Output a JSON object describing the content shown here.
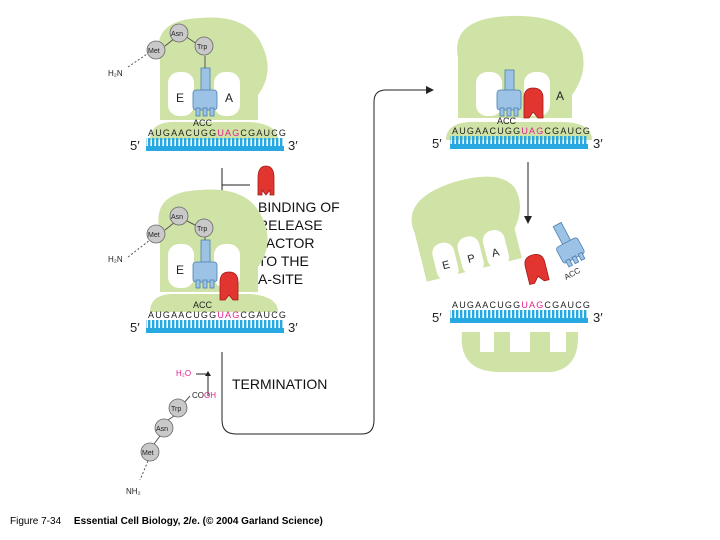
{
  "labels": {
    "five_prime": "5′",
    "three_prime": "3′",
    "mrna_before": "AUGAACUGG",
    "stop_codon": "UAG",
    "mrna_after": "CGAUCG",
    "anticodon": "ACC",
    "site_e": "E",
    "site_p": "P",
    "site_a": "A",
    "aa_met": "Met",
    "aa_asn": "Asn",
    "aa_trp": "Trp",
    "h2n": "H₂N",
    "nh2": "NH₂",
    "h2o": "H₂O",
    "cooh_co": "CO",
    "cooh_oh": "OH"
  },
  "steps": {
    "binding_line1": "BINDING OF",
    "binding_line2": "RELEASE",
    "binding_line3": "FACTOR",
    "binding_line4": "TO THE",
    "binding_line5": "A-SITE",
    "termination": "TERMINATION"
  },
  "caption": {
    "figure": "Figure 7-34",
    "title": "Essential Cell Biology, 2/e. (© 2004 Garland Science)"
  },
  "colors": {
    "ribosome": "#cfe3a6",
    "mrna": "#27a8e0",
    "trna": "#9cc3e5",
    "release_factor": "#e2352f",
    "stop_codon": "#e0208c"
  }
}
